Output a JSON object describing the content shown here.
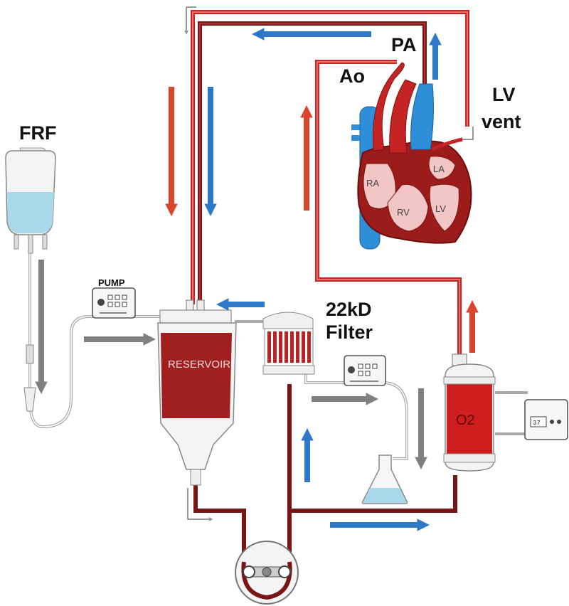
{
  "labels": {
    "frf": "FRF",
    "pa": "PA",
    "ao": "Ao",
    "lv_vent_line1": "LV",
    "lv_vent_line2": "vent",
    "pump": "PUMP",
    "filter_line1": "22kD",
    "filter_line2": "Filter",
    "reservoir": "RESERVOIR",
    "o2": "O2",
    "heater_display": "37",
    "ra": "RA",
    "rv": "RV",
    "la": "LA",
    "lv": "LV"
  },
  "colors": {
    "arterial": "#d9332b",
    "venous": "#8b1a1a",
    "flow_blue": "#2f78c8",
    "flow_red": "#d9452b",
    "flow_gray": "#808080",
    "blood": "#a11f1f",
    "solution": "#a8d8ea",
    "vessel_blue": "#2e8fd8"
  }
}
